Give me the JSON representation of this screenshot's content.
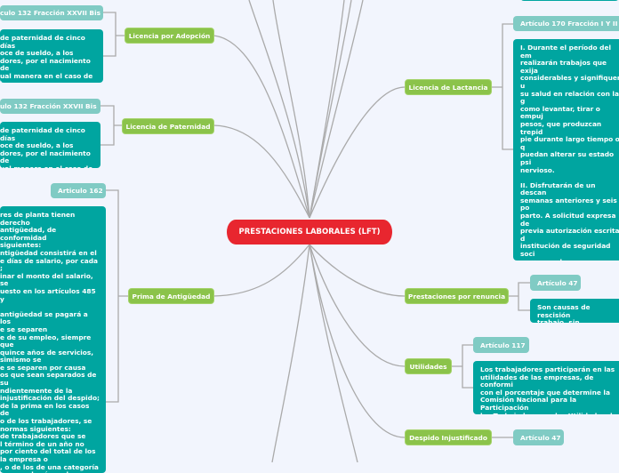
{
  "center": {
    "label": "PRESTACIONES LABORALES (LFT)",
    "color": "#e8262f"
  },
  "colors": {
    "topic": "#8bc34a",
    "article": "#80cbc4",
    "text": "#00a5a0",
    "line": "#aaaaaa"
  },
  "left": {
    "adopcion": {
      "label": "Licencia por Adopción",
      "article": "culo 132 Fracción XXVII Bis",
      "text": "de paternidad de cinco días\noce de sueldo, a los\ndores, por el nacimiento de\nual manera en el caso de la"
    },
    "paternidad": {
      "label": "Licencia de Paternidad",
      "article": "ulo 132 Fracción XXVII Bis",
      "text": "de paternidad de cinco días\noce de sueldo, a los\ndores, por el nacimiento de\nual manera en el caso de la\nfante."
    },
    "antiguedad": {
      "label": "Prima de Antigüedad",
      "article": "Articulo 162",
      "text": "res de planta tienen derecho\nantigüedad, de conformidad\nsiguientes:\nntigüedad consistirá en el\ne días de salario, por cada\n;\ninar el monto del salario, se\nuesto en los artículos 485 y\n\n antigüedad se pagará a los\ne se separen\ne de su empleo, siempre que\n quince años de servicios,\nsimismo se\ne se separen por causa\nos que sean separados de su\nndientemente de la\ninjustificación del despido;\n de la prima en los casos de\no de los trabajadores, se\nnormas siguientes:\n de trabajadores que se\nl término de un año no\n por ciento del total de los\n la empresa o\n, o de los de una categoría\n pago se hará en el\ntiro.\n de trabajadores que se\nel diez por ciento, se pagará\nramente se retiren y podrá\n año siguiente el pago a los\ne excedan de dicho"
    }
  },
  "right": {
    "lactancia": {
      "label": "Licencia de Lactancia",
      "article": "Artículo 170 Fracción I Y II",
      "text": "I. Durante el período del em\nrealizarán trabajos que exija\nconsiderables y signifiquen u\nsu salud en relación con la g\ncomo levantar, tirar o empuj\npesos, que produzcan trepid\npie durante largo tiempo o q\npuedan alterar su estado psi\nnervioso.\n\nII. Disfrutarán de un descan\nsemanas anteriores y seis po\nparto. A solicitud expresa de\nprevia autorización escrita d\ninstitución de seguridad soci\ncorresponda o, en su caso, d\nsalud que otorgue el patrón,\nen cuenta la opinión del patr\nnaturaleza del trabajo que d\npodrá transferir hasta cuatro\nsemanas de descanso previa\ndespués del mismo. En caso\nhayan nacido con cualquier t\ndiscapacidad o requieran ate\nmédica hospitalaria, el desca\nde hasta ocho semanas post\nprevia presentación del certi\ncorrespondiente."
    },
    "renuncia": {
      "label": "Prestaciones por renuncia",
      "article": "Artículo 47",
      "text": "Son causas de rescisión\ntrabajo, sin responsabili"
    },
    "utilidades": {
      "label": "Utilidades",
      "article": "Artículo 117",
      "text": "Los trabajadores participarán en las\nutilidades de las empresas, de conformi\ncon el porcentaje que determine la\nComisión Nacional para la Participación\nlos Trabajadores en las Utilidades de las\nEmpresas."
    },
    "despido": {
      "label": "Despido Injustificado",
      "article": "Artículo 47"
    }
  }
}
